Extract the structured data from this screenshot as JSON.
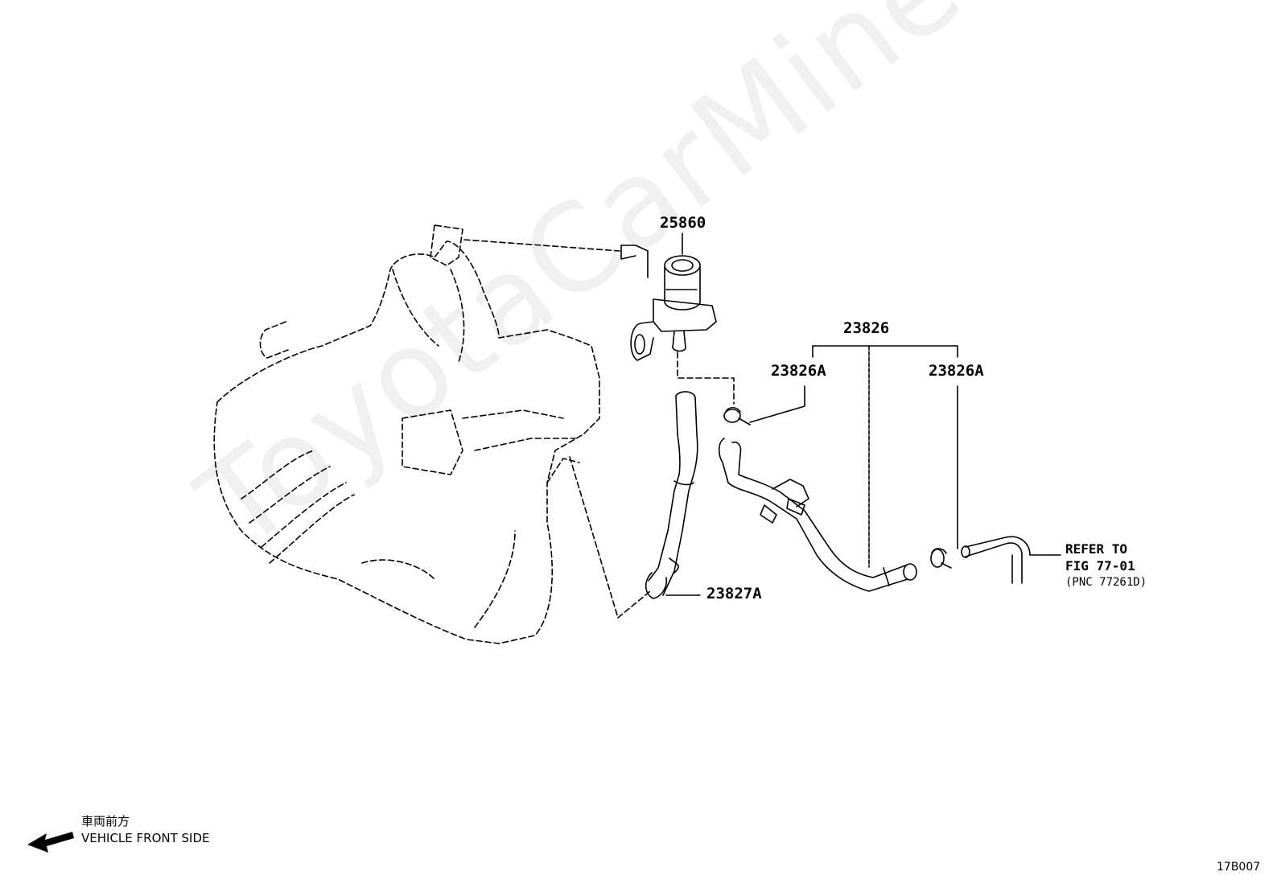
{
  "watermark": "ToyotaCarMine.ru",
  "labels": {
    "p25860": "25860",
    "p23826": "23826",
    "p23826A_left": "23826A",
    "p23826A_right": "23826A",
    "p23827A": "23827A"
  },
  "reference": {
    "line1": "REFER TO",
    "line2": "FIG 77-01",
    "line3": "(PNC 77261D)"
  },
  "front_side": {
    "jp": "車両前方",
    "en": "VEHICLE FRONT SIDE"
  },
  "figure_code": "17B007"
}
